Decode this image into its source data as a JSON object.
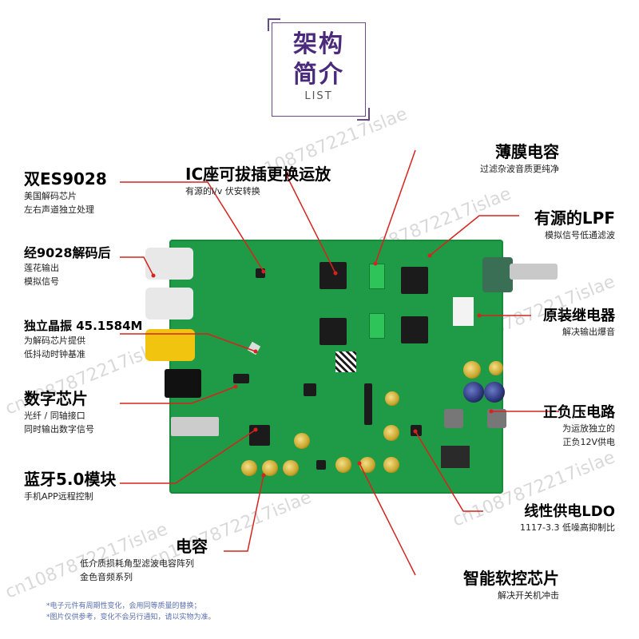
{
  "title": {
    "main_1": "架构",
    "main_2": "简介",
    "sub": "LIST"
  },
  "labels": {
    "dual_es9028": {
      "title": "双ES9028",
      "desc_1": "美国解码芯片",
      "desc_2": "左右声道独立处理"
    },
    "after_decode": {
      "title": "经9028解码后",
      "desc_1": "莲花输出",
      "desc_2": "模拟信号"
    },
    "crystal": {
      "title": "独立晶振 45.1584M",
      "desc_1": "为解码芯片提供",
      "desc_2": "低抖动时钟基准"
    },
    "digital_chip": {
      "title": "数字芯片",
      "desc_1": "光纤 / 同轴接口",
      "desc_2": "同时输出数字信号"
    },
    "bluetooth": {
      "title": "蓝牙5.0模块",
      "desc_1": "手机APP远程控制"
    },
    "capacitor": {
      "title": "电容",
      "desc_1": "低介质损耗角型滤波电容阵列",
      "desc_2": "金色音频系列"
    },
    "ic_socket": {
      "title": "IC座可拔插更换运放",
      "desc_1": "有源的i/v 伏安转换"
    },
    "film_cap": {
      "title": "薄膜电容",
      "desc_1": "过滤杂波音质更纯净"
    },
    "active_lpf": {
      "title": "有源的LPF",
      "desc_1": "模拟信号低通滤波"
    },
    "relay": {
      "title": "原装继电器",
      "desc_1": "解决输出爆音"
    },
    "pos_neg": {
      "title": "正负压电路",
      "desc_1": "为运放独立的",
      "desc_2": "正负12V供电"
    },
    "ldo": {
      "title": "线性供电LDO",
      "desc_1": "1117-3.3 低噪高抑制比"
    },
    "soft_control": {
      "title": "智能软控芯片",
      "desc_1": "解决开关机冲击"
    }
  },
  "footnotes": [
    "*电子元件有周期性变化，会用同等质量的替换；",
    "*图片仅供参考，变化不会另行通知，请以实物为准。"
  ],
  "watermark": "cn1087872217islae",
  "colors": {
    "board": "#1f9a47",
    "leader": "#d6231e",
    "title": "#4b2a7b"
  }
}
